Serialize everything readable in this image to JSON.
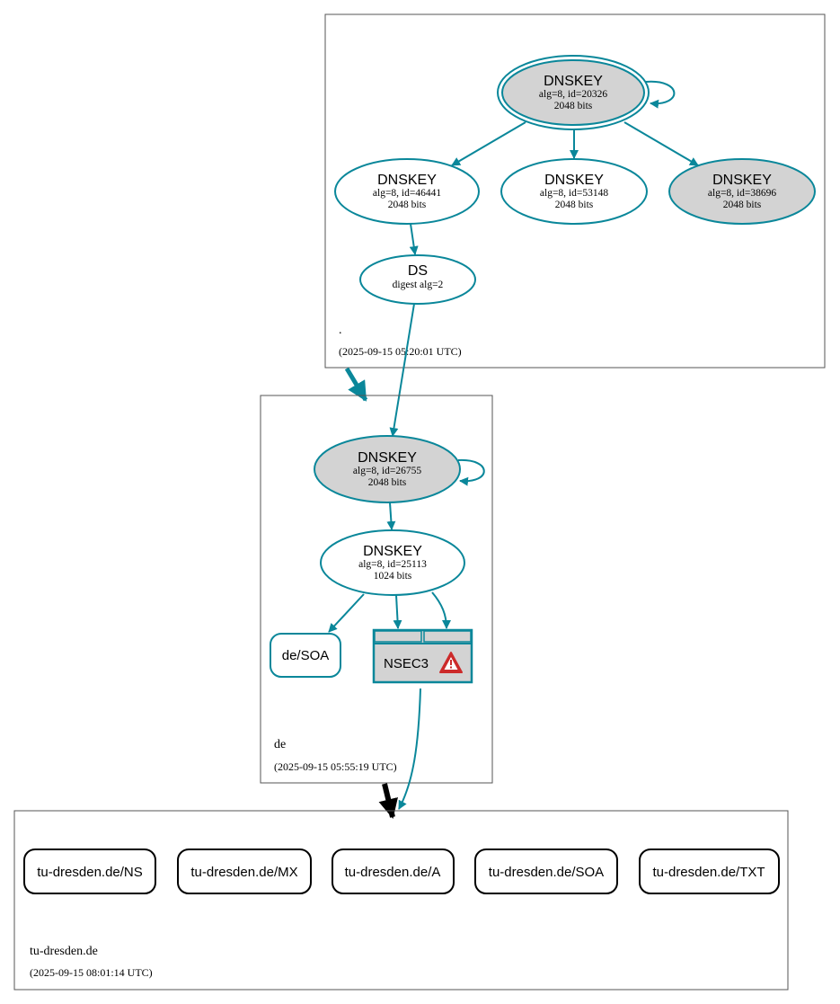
{
  "zones": {
    "root": {
      "name": ".",
      "timestamp": "(2025-09-15 05:20:01 UTC)",
      "ksk": {
        "title": "DNSKEY",
        "line1": "alg=8, id=20326",
        "line2": "2048 bits"
      },
      "zsk1": {
        "title": "DNSKEY",
        "line1": "alg=8, id=46441",
        "line2": "2048 bits"
      },
      "zsk2": {
        "title": "DNSKEY",
        "line1": "alg=8, id=53148",
        "line2": "2048 bits"
      },
      "zsk3": {
        "title": "DNSKEY",
        "line1": "alg=8, id=38696",
        "line2": "2048 bits"
      },
      "ds": {
        "title": "DS",
        "line1": "digest alg=2"
      }
    },
    "de": {
      "name": "de",
      "timestamp": "(2025-09-15 05:55:19 UTC)",
      "ksk": {
        "title": "DNSKEY",
        "line1": "alg=8, id=26755",
        "line2": "2048 bits"
      },
      "zsk": {
        "title": "DNSKEY",
        "line1": "alg=8, id=25113",
        "line2": "1024 bits"
      },
      "soa": "de/SOA",
      "nsec3": "NSEC3"
    },
    "tu": {
      "name": "tu-dresden.de",
      "timestamp": "(2025-09-15 08:01:14 UTC)",
      "records": [
        "tu-dresden.de/NS",
        "tu-dresden.de/MX",
        "tu-dresden.de/A",
        "tu-dresden.de/SOA",
        "tu-dresden.de/TXT"
      ]
    }
  },
  "colors": {
    "edge": "#0a879a",
    "fill_gray": "#d3d3d3",
    "warning_red": "#cc2a2a",
    "delegation_insecure": "#000000"
  },
  "icons": {
    "nsec3_warning": "warning-triangle-icon"
  }
}
